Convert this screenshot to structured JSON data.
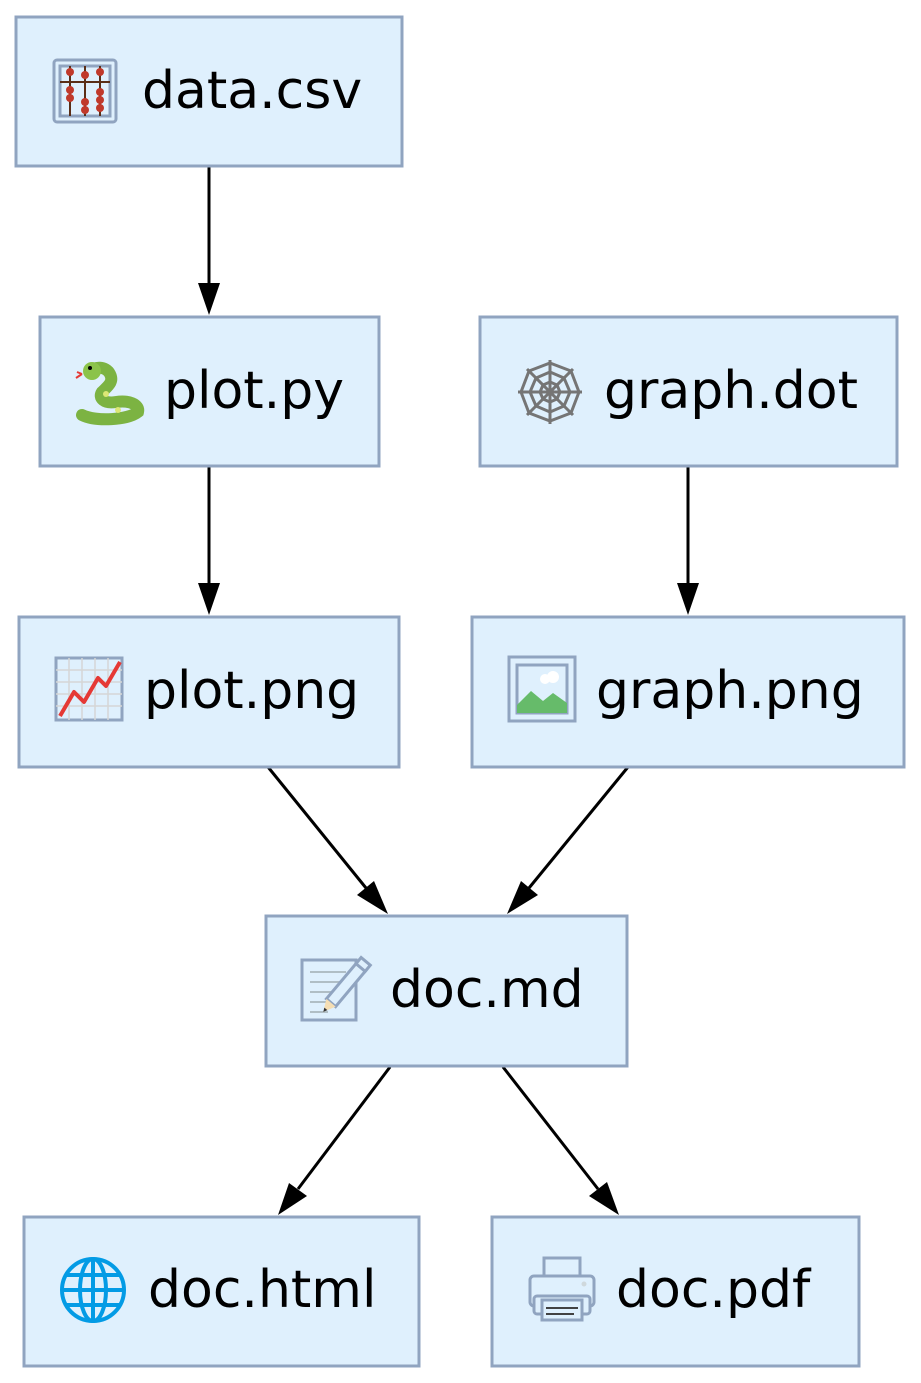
{
  "nodes": [
    {
      "id": "data_csv",
      "label": "data.csv",
      "icon": "abacus-icon"
    },
    {
      "id": "plot_py",
      "label": "plot.py",
      "icon": "snake-icon"
    },
    {
      "id": "graph_dot",
      "label": "graph.dot",
      "icon": "spiderweb-icon"
    },
    {
      "id": "plot_png",
      "label": "plot.png",
      "icon": "chart-increasing-icon"
    },
    {
      "id": "graph_png",
      "label": "graph.png",
      "icon": "framed-picture-icon"
    },
    {
      "id": "doc_md",
      "label": "doc.md",
      "icon": "memo-icon"
    },
    {
      "id": "doc_html",
      "label": "doc.html",
      "icon": "globe-icon"
    },
    {
      "id": "doc_pdf",
      "label": "doc.pdf",
      "icon": "printer-icon"
    }
  ],
  "edges": [
    {
      "from": "data_csv",
      "to": "plot_py"
    },
    {
      "from": "plot_py",
      "to": "plot_png"
    },
    {
      "from": "graph_dot",
      "to": "graph_png"
    },
    {
      "from": "plot_png",
      "to": "doc_md"
    },
    {
      "from": "graph_png",
      "to": "doc_md"
    },
    {
      "from": "doc_md",
      "to": "doc_html"
    },
    {
      "from": "doc_md",
      "to": "doc_pdf"
    }
  ],
  "colors": {
    "node_fill": "#dff0fd",
    "node_border": "#90a4c0",
    "edge": "#000000"
  }
}
